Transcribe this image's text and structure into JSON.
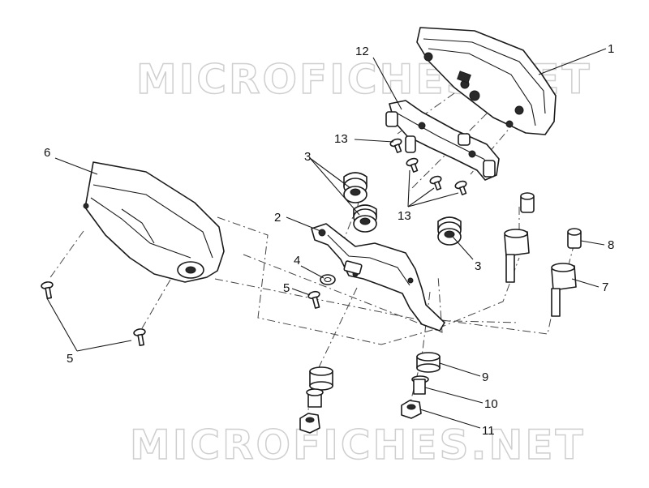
{
  "watermark": {
    "text": "MICROFICHES.NET"
  },
  "callouts": {
    "c1": "1",
    "c2": "2",
    "c3a": "3",
    "c3b": "3",
    "c4": "4",
    "c5a": "5",
    "c5b": "5",
    "c6": "6",
    "c7": "7",
    "c8": "8",
    "c9": "9",
    "c10": "10",
    "c11": "11",
    "c12": "12",
    "c13a": "13",
    "c13b": "13"
  }
}
